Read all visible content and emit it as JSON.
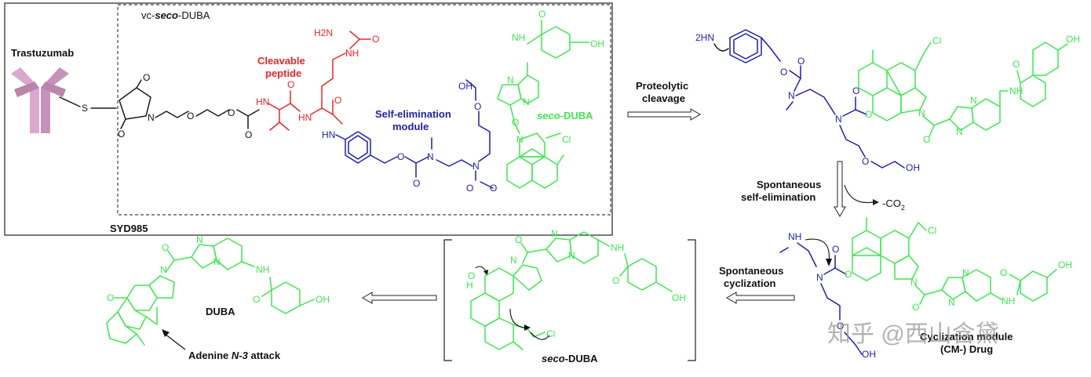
{
  "colors": {
    "linker": "#1a1a1a",
    "peptide": "#e8262b",
    "self_elimination": "#1f1fa8",
    "drug": "#3ee650",
    "antibody": "#d9a8cc",
    "watermark": "#9a9a9a"
  },
  "labels": {
    "antibody": "Trastuzumab",
    "construct": "vc-seco-DUBA",
    "construct_pre": "vc-",
    "construct_italic": "seco",
    "construct_post": "-DUBA",
    "peptide_line1": "Cleavable",
    "peptide_line2": "peptide",
    "selfelim_line1": "Self-elimination",
    "selfelim_line2": "module",
    "seco_duba_italic": "seco",
    "seco_duba_post": "-DUBA",
    "adc_name": "SYD985",
    "step1_line1": "Proteolytic",
    "step1_line2": "cleavage",
    "step2_line1": "Spontaneous",
    "step2_line2": "self-elimination",
    "co2": "-CO",
    "co2_sub": "2",
    "step3_line1": "Spontaneous",
    "step3_line2": "cyclization",
    "cyclization_line1": "Cyclization module",
    "cyclization_line2": "(CM-) Drug",
    "duba": "DUBA",
    "adenine_pre": "Adenine ",
    "adenine_italic": "N-3",
    "adenine_post": " attack",
    "watermark": "知乎 @西山含黛"
  },
  "atoms": {
    "h2n": "H2N",
    "nh": "NH",
    "hn": "HN",
    "n": "N",
    "o": "O",
    "oh": "OH",
    "s": "S",
    "cl": "Cl",
    "twohn": "2HN"
  }
}
